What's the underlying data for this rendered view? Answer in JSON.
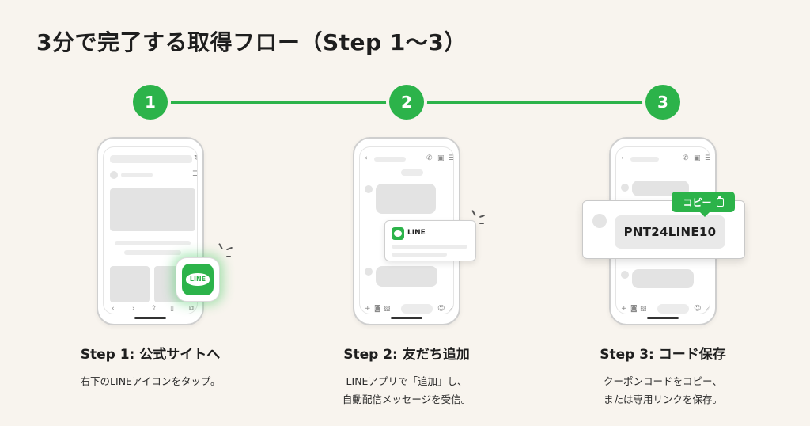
{
  "title": "3分で完了する取得フロー（Step 1〜3）",
  "steps": [
    {
      "number": "1",
      "heading": "Step 1: 公式サイトへ",
      "desc_lines": [
        "右下のLINEアイコンをタップ。"
      ],
      "icon_label": "LINE"
    },
    {
      "number": "2",
      "heading": "Step 2: 友だち追加",
      "desc_lines": [
        "LINEアプリで「追加」し、",
        "自動配信メッセージを受信。"
      ],
      "card_label": "LINE"
    },
    {
      "number": "3",
      "heading": "Step 3: コード保存",
      "desc_lines": [
        "クーポンコードをコピー、",
        "または専用リンクを保存。"
      ],
      "coupon_code": "PNT24LINE10",
      "copy_label": "コピー"
    }
  ],
  "colors": {
    "accent": "#2cb34a",
    "background": "#f8f4ee"
  }
}
